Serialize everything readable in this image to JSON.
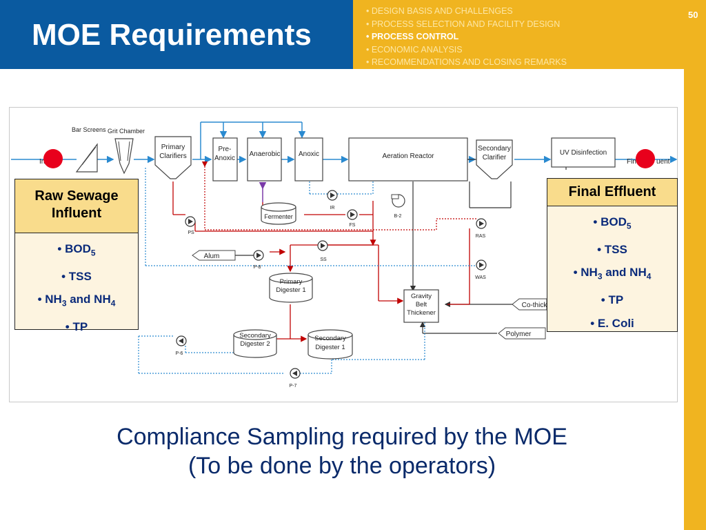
{
  "header": {
    "title": "MOE Requirements",
    "page_number": "50",
    "agenda": [
      "• DESIGN BASIS AND CHALLENGES",
      "• PROCESS SELECTION AND FACILITY DESIGN",
      "• PROCESS CONTROL",
      "• ECONOMIC ANALYSIS",
      "• RECOMMENDATIONS AND CLOSING REMARKS"
    ],
    "active_agenda_index": 2
  },
  "colors": {
    "header_blue": "#0a5aa0",
    "accent_gold": "#f0b420",
    "callout_head": "#f9dc8c",
    "callout_body": "#fdf4e0",
    "sample_marker_red": "#e8001c",
    "sludge_line_red": "#c00000",
    "flow_line_blue": "#2a8ad0",
    "fermenter_line_purple": "#7a3aa8"
  },
  "diagram": {
    "labels": {
      "bar_screens": "Bar Screens",
      "grit_chamber": "Grit Chamber",
      "primary_clarifiers": [
        "Primary",
        "Clarifiers"
      ],
      "pre_anoxic": [
        "Pre-",
        "Anoxic"
      ],
      "anaerobic": "Anaerobic",
      "anoxic": "Anoxic",
      "aeration_reactor": "Aeration Reactor",
      "secondary_clarifier": [
        "Secondary",
        "Clarifier"
      ],
      "uv_disinfection": "UV Disinfection",
      "influent_fragment": "In",
      "final_effluent_fragment_1": "Fin",
      "final_effluent_fragment_2": "uent",
      "fermenter": "Fermenter",
      "primary_digester": [
        "Primary",
        "Digester 1"
      ],
      "secondary_digester_2": [
        "Secondary",
        "Digester 2"
      ],
      "secondary_digester_1": [
        "Secondary",
        "Digester 1"
      ],
      "gravity_belt_thickener": [
        "Gravity",
        "Belt",
        "Thickener"
      ],
      "alum": "Alum",
      "polymer": "Polymer",
      "co_thickening": "Co-thick"
    },
    "pumps": {
      "ps": "PS",
      "ir": "IR",
      "fs": "FS",
      "b2": "B-2",
      "ras": "RAS",
      "was": "WAS",
      "p8": "P-8",
      "ss": "SS",
      "p6": "P-6",
      "p7": "P-7"
    }
  },
  "callouts": {
    "raw_sewage": {
      "title_line_1": "Raw Sewage",
      "title_line_2": "Influent",
      "items": [
        {
          "pre": "• BOD",
          "sub": "5",
          "mid": "",
          "sub2": ""
        },
        {
          "pre": "• TSS",
          "sub": "",
          "mid": "",
          "sub2": ""
        },
        {
          "pre": "• NH",
          "sub": "3",
          "mid": " and NH",
          "sub2": "4"
        },
        {
          "pre": "• TP",
          "sub": "",
          "mid": "",
          "sub2": ""
        }
      ]
    },
    "final_effluent": {
      "title": "Final Effluent",
      "items": [
        {
          "pre": "• BOD",
          "sub": "5",
          "mid": "",
          "sub2": ""
        },
        {
          "pre": "• TSS",
          "sub": "",
          "mid": "",
          "sub2": ""
        },
        {
          "pre": "• NH",
          "sub": "3",
          "mid": " and NH",
          "sub2": "4"
        },
        {
          "pre": "• TP",
          "sub": "",
          "mid": "",
          "sub2": ""
        },
        {
          "pre": "• E. Coli",
          "sub": "",
          "mid": "",
          "sub2": ""
        }
      ]
    }
  },
  "footer": {
    "line1": "Compliance Sampling required by the MOE",
    "line2": "(To be done by the operators)"
  }
}
